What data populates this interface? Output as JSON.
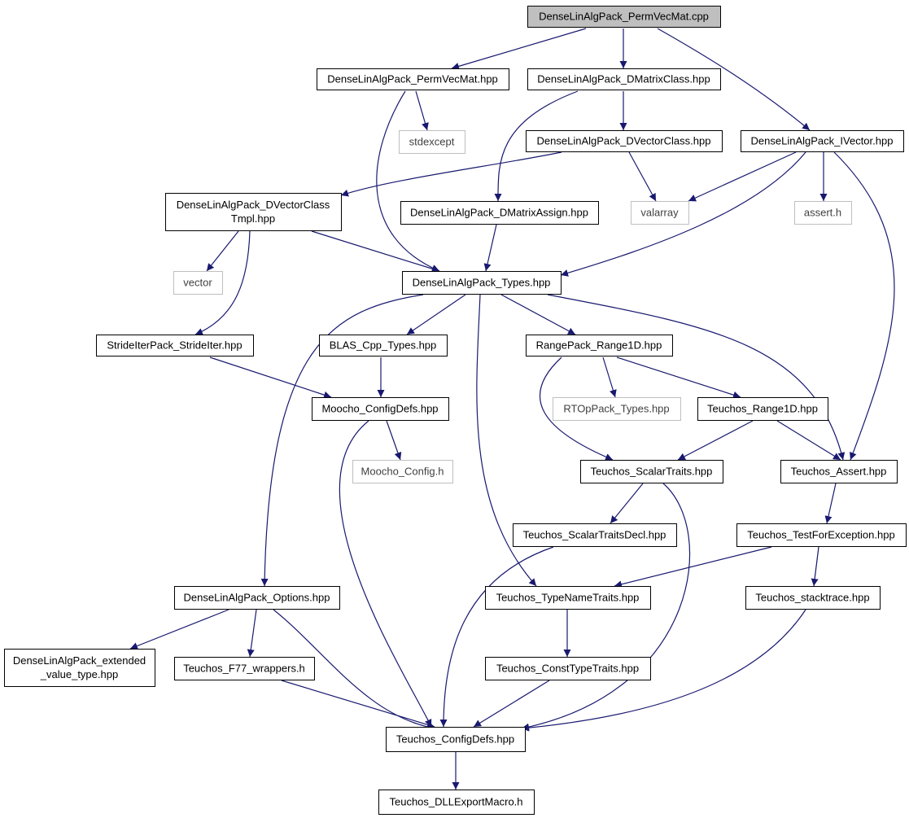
{
  "diagram": {
    "colors": {
      "edge": "#191970",
      "node_border": "#000000",
      "external_border": "#bfbfbf",
      "external_text": "#404040",
      "root_fill": "#bfbfbf",
      "node_fill": "#ffffff"
    },
    "nodes": [
      {
        "id": "permvecmat_cpp",
        "lines": [
          "DenseLinAlgPack_PermVecMat.cpp"
        ],
        "kind": "root"
      },
      {
        "id": "permvecmat_hpp",
        "lines": [
          "DenseLinAlgPack_PermVecMat.hpp"
        ],
        "kind": "normal"
      },
      {
        "id": "dmatrixclass",
        "lines": [
          "DenseLinAlgPack_DMatrixClass.hpp"
        ],
        "kind": "normal"
      },
      {
        "id": "stdexcept",
        "lines": [
          "stdexcept"
        ],
        "kind": "external"
      },
      {
        "id": "dvectorclass",
        "lines": [
          "DenseLinAlgPack_DVectorClass.hpp"
        ],
        "kind": "normal"
      },
      {
        "id": "ivector",
        "lines": [
          "DenseLinAlgPack_IVector.hpp"
        ],
        "kind": "normal"
      },
      {
        "id": "dvectorclasstmpl",
        "lines": [
          "DenseLinAlgPack_DVectorClass",
          "Tmpl.hpp"
        ],
        "kind": "normal"
      },
      {
        "id": "dmatrixassign",
        "lines": [
          "DenseLinAlgPack_DMatrixAssign.hpp"
        ],
        "kind": "normal"
      },
      {
        "id": "valarray",
        "lines": [
          "valarray"
        ],
        "kind": "external"
      },
      {
        "id": "assert_h",
        "lines": [
          "assert.h"
        ],
        "kind": "external"
      },
      {
        "id": "vector",
        "lines": [
          "vector"
        ],
        "kind": "external"
      },
      {
        "id": "types",
        "lines": [
          "DenseLinAlgPack_Types.hpp"
        ],
        "kind": "normal"
      },
      {
        "id": "strideiter",
        "lines": [
          "StrideIterPack_StrideIter.hpp"
        ],
        "kind": "normal"
      },
      {
        "id": "blas_types",
        "lines": [
          "BLAS_Cpp_Types.hpp"
        ],
        "kind": "normal"
      },
      {
        "id": "range1d",
        "lines": [
          "RangePack_Range1D.hpp"
        ],
        "kind": "normal"
      },
      {
        "id": "moocho_configdefs",
        "lines": [
          "Moocho_ConfigDefs.hpp"
        ],
        "kind": "normal"
      },
      {
        "id": "rtop_types",
        "lines": [
          "RTOpPack_Types.hpp"
        ],
        "kind": "external"
      },
      {
        "id": "teuchos_range1d",
        "lines": [
          "Teuchos_Range1D.hpp"
        ],
        "kind": "normal"
      },
      {
        "id": "moocho_config",
        "lines": [
          "Moocho_Config.h"
        ],
        "kind": "external"
      },
      {
        "id": "scalartraits",
        "lines": [
          "Teuchos_ScalarTraits.hpp"
        ],
        "kind": "normal"
      },
      {
        "id": "teuchos_assert",
        "lines": [
          "Teuchos_Assert.hpp"
        ],
        "kind": "normal"
      },
      {
        "id": "scalartraitsdecl",
        "lines": [
          "Teuchos_ScalarTraitsDecl.hpp"
        ],
        "kind": "normal"
      },
      {
        "id": "testforexception",
        "lines": [
          "Teuchos_TestForException.hpp"
        ],
        "kind": "normal"
      },
      {
        "id": "options",
        "lines": [
          "DenseLinAlgPack_Options.hpp"
        ],
        "kind": "normal"
      },
      {
        "id": "typenametraits",
        "lines": [
          "Teuchos_TypeNameTraits.hpp"
        ],
        "kind": "normal"
      },
      {
        "id": "stacktrace",
        "lines": [
          "Teuchos_stacktrace.hpp"
        ],
        "kind": "normal"
      },
      {
        "id": "extended_value_type",
        "lines": [
          "DenseLinAlgPack_extended",
          "_value_type.hpp"
        ],
        "kind": "normal"
      },
      {
        "id": "f77_wrappers",
        "lines": [
          "Teuchos_F77_wrappers.h"
        ],
        "kind": "normal"
      },
      {
        "id": "consttypetraits",
        "lines": [
          "Teuchos_ConstTypeTraits.hpp"
        ],
        "kind": "normal"
      },
      {
        "id": "teuchos_configdefs",
        "lines": [
          "Teuchos_ConfigDefs.hpp"
        ],
        "kind": "normal"
      },
      {
        "id": "dllexport",
        "lines": [
          "Teuchos_DLLExportMacro.h"
        ],
        "kind": "normal"
      }
    ],
    "edges": [
      {
        "from": "permvecmat_cpp",
        "to": "permvecmat_hpp"
      },
      {
        "from": "permvecmat_cpp",
        "to": "dmatrixclass"
      },
      {
        "from": "permvecmat_cpp",
        "to": "ivector"
      },
      {
        "from": "permvecmat_hpp",
        "to": "stdexcept"
      },
      {
        "from": "permvecmat_hpp",
        "to": "types"
      },
      {
        "from": "dmatrixclass",
        "to": "dvectorclass"
      },
      {
        "from": "dmatrixclass",
        "to": "dmatrixassign"
      },
      {
        "from": "dvectorclass",
        "to": "dvectorclasstmpl"
      },
      {
        "from": "dvectorclass",
        "to": "valarray"
      },
      {
        "from": "ivector",
        "to": "valarray"
      },
      {
        "from": "ivector",
        "to": "assert_h"
      },
      {
        "from": "ivector",
        "to": "types"
      },
      {
        "from": "ivector",
        "to": "teuchos_assert"
      },
      {
        "from": "dvectorclasstmpl",
        "to": "vector"
      },
      {
        "from": "dvectorclasstmpl",
        "to": "strideiter"
      },
      {
        "from": "dvectorclasstmpl",
        "to": "types"
      },
      {
        "from": "dmatrixassign",
        "to": "types"
      },
      {
        "from": "types",
        "to": "blas_types"
      },
      {
        "from": "types",
        "to": "range1d"
      },
      {
        "from": "types",
        "to": "teuchos_assert"
      },
      {
        "from": "types",
        "to": "options"
      },
      {
        "from": "types",
        "to": "typenametraits"
      },
      {
        "from": "strideiter",
        "to": "moocho_configdefs"
      },
      {
        "from": "blas_types",
        "to": "moocho_configdefs"
      },
      {
        "from": "range1d",
        "to": "rtop_types"
      },
      {
        "from": "range1d",
        "to": "teuchos_range1d"
      },
      {
        "from": "range1d",
        "to": "scalartraits"
      },
      {
        "from": "moocho_configdefs",
        "to": "moocho_config"
      },
      {
        "from": "moocho_configdefs",
        "to": "teuchos_configdefs"
      },
      {
        "from": "teuchos_range1d",
        "to": "scalartraits"
      },
      {
        "from": "teuchos_range1d",
        "to": "teuchos_assert"
      },
      {
        "from": "scalartraits",
        "to": "scalartraitsdecl"
      },
      {
        "from": "scalartraits",
        "to": "teuchos_configdefs"
      },
      {
        "from": "teuchos_assert",
        "to": "testforexception"
      },
      {
        "from": "scalartraitsdecl",
        "to": "teuchos_configdefs"
      },
      {
        "from": "testforexception",
        "to": "typenametraits"
      },
      {
        "from": "testforexception",
        "to": "stacktrace"
      },
      {
        "from": "options",
        "to": "extended_value_type"
      },
      {
        "from": "options",
        "to": "f77_wrappers"
      },
      {
        "from": "options",
        "to": "teuchos_configdefs"
      },
      {
        "from": "typenametraits",
        "to": "consttypetraits"
      },
      {
        "from": "stacktrace",
        "to": "teuchos_configdefs"
      },
      {
        "from": "f77_wrappers",
        "to": "teuchos_configdefs"
      },
      {
        "from": "consttypetraits",
        "to": "teuchos_configdefs"
      },
      {
        "from": "teuchos_configdefs",
        "to": "dllexport"
      }
    ]
  }
}
